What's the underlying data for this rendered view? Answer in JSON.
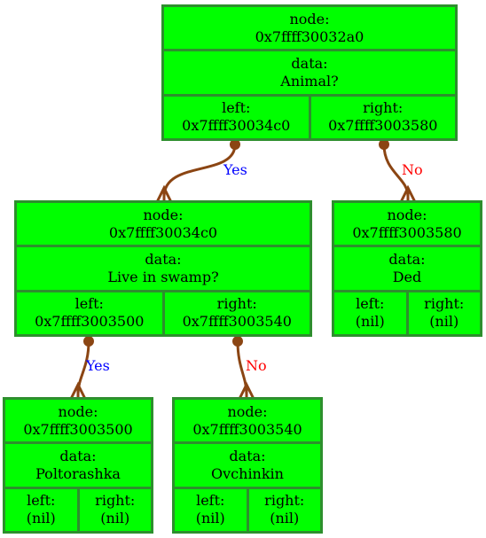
{
  "colors": {
    "node_fill": "#00ff00",
    "node_border": "#2d8f2d",
    "edge": "#8b4513",
    "yes_label": "#0000ff",
    "no_label": "#ff0000"
  },
  "nodes": {
    "root": {
      "node_label": "node:",
      "node_addr": "0x7ffff30032a0",
      "data_label": "data:",
      "data_value": "Animal?",
      "left_label": "left:",
      "left_value": "0x7ffff30034c0",
      "right_label": "right:",
      "right_value": "0x7ffff3003580"
    },
    "swamp": {
      "node_label": "node:",
      "node_addr": "0x7ffff30034c0",
      "data_label": "data:",
      "data_value": "Live in swamp?",
      "left_label": "left:",
      "left_value": "0x7ffff3003500",
      "right_label": "right:",
      "right_value": "0x7ffff3003540"
    },
    "ded": {
      "node_label": "node:",
      "node_addr": "0x7ffff3003580",
      "data_label": "data:",
      "data_value": "Ded",
      "left_label": "left:",
      "left_value": "(nil)",
      "right_label": "right:",
      "right_value": "(nil)"
    },
    "poltorashka": {
      "node_label": "node:",
      "node_addr": "0x7ffff3003500",
      "data_label": "data:",
      "data_value": "Poltorashka",
      "left_label": "left:",
      "left_value": "(nil)",
      "right_label": "right:",
      "right_value": "(nil)"
    },
    "ovchinkin": {
      "node_label": "node:",
      "node_addr": "0x7ffff3003540",
      "data_label": "data:",
      "data_value": "Ovchinkin",
      "left_label": "left:",
      "left_value": "(nil)",
      "right_label": "right:",
      "right_value": "(nil)"
    }
  },
  "edges": {
    "root_yes": "Yes",
    "root_no": "No",
    "swamp_yes": "Yes",
    "swamp_no": "No"
  }
}
